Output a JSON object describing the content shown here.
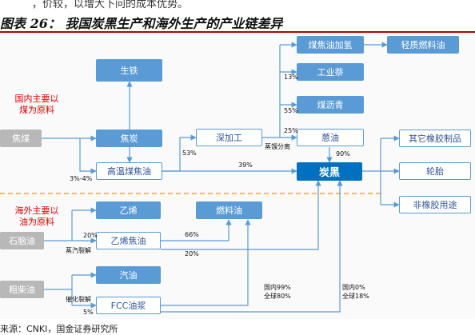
{
  "header": {
    "top_fragment": "，价较，以增大下问的成本优势。",
    "title": "图表 26： 我国炭黑生产和海外生产的产业链差异"
  },
  "regions": {
    "domestic": "国内主要以煤为原料",
    "overseas": "海外主要以油为原料"
  },
  "nodes": {
    "coking_coal": "焦煤",
    "pig_iron": "生铁",
    "coke": "焦炭",
    "ht_coal_tar": "高温煤焦油",
    "deep_processing": "深加工",
    "coal_tar_hydro": "煤焦油加氢",
    "light_fuel": "轻质燃料油",
    "industrial_naphthalene": "工业萘",
    "coal_pitch": "煤沥青",
    "anthracene_oil": "蒽油",
    "carbon_black": "炭黑",
    "other_rubber": "其它橡胶制品",
    "tire": "轮胎",
    "non_rubber": "非橡胶用途",
    "naphtha": "石脑油",
    "ethylene": "乙烯",
    "ethylene_tar": "乙烯焦油",
    "fuel_oil": "燃料油",
    "diesel": "粗柴油",
    "gasoline": "汽油",
    "fcc_slurry": "FCC油浆"
  },
  "labels": {
    "p13": "13%",
    "p55": "55%",
    "p25": "25%",
    "p53": "53%",
    "p39": "39%",
    "p90": "90%",
    "p3_4": "3%-4%",
    "distill": "蒸馏分离",
    "p20a": "20%",
    "p66": "66%",
    "p20b": "20%",
    "steam_crack": "蒸汽裂解",
    "cat_crack": "催化裂解",
    "p5": "5%",
    "dom_99": "国内99%",
    "glob_80": "全球80%",
    "dom_0": "国内0%",
    "glob_18": "全球18%"
  },
  "footer": {
    "source": "来源：CNKI，国金证券研究所"
  },
  "colors": {
    "node_blue": "#5b9bd5",
    "carbon_black": "#0070c0",
    "raw_grey": "#b8b8b8",
    "region_red": "#e00000",
    "divider_yellow": "#f0c040",
    "title_rule": "#c00000"
  }
}
